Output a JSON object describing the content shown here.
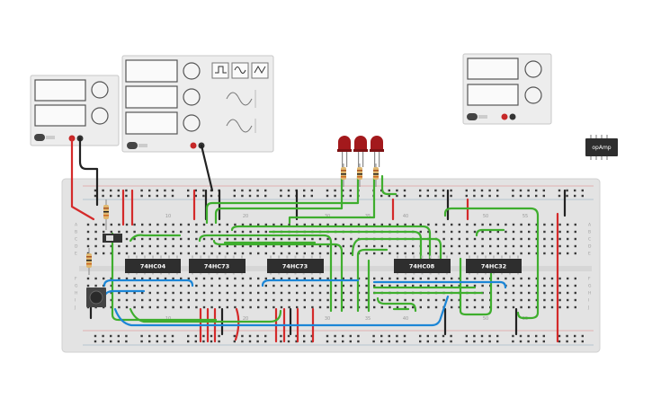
{
  "chips": [
    {
      "label": "74HC04"
    },
    {
      "label": "74HC73"
    },
    {
      "label": "74HC73"
    },
    {
      "label": "74HC08"
    },
    {
      "label": "74HC32"
    }
  ],
  "opamp": {
    "label": "opAmp"
  },
  "breadboard": {
    "column_numbers": [
      "10",
      "20",
      "30",
      "35",
      "40",
      "50",
      "55"
    ],
    "row_letters_top": [
      "A",
      "B",
      "C",
      "D",
      "E"
    ],
    "row_letters_bottom": [
      "F",
      "G",
      "H",
      "I",
      "J"
    ]
  },
  "function_generator": {
    "waveform_buttons": [
      "square-wave-icon",
      "sine-wave-icon",
      "triangle-wave-icon"
    ]
  },
  "colors": {
    "board": "#e3e3e3",
    "wire_red": "#d42a2a",
    "wire_green": "#3fae2e",
    "wire_blue": "#1c86d6",
    "wire_black": "#222222",
    "chip": "#2e2e2e",
    "led": "#a3191c"
  }
}
